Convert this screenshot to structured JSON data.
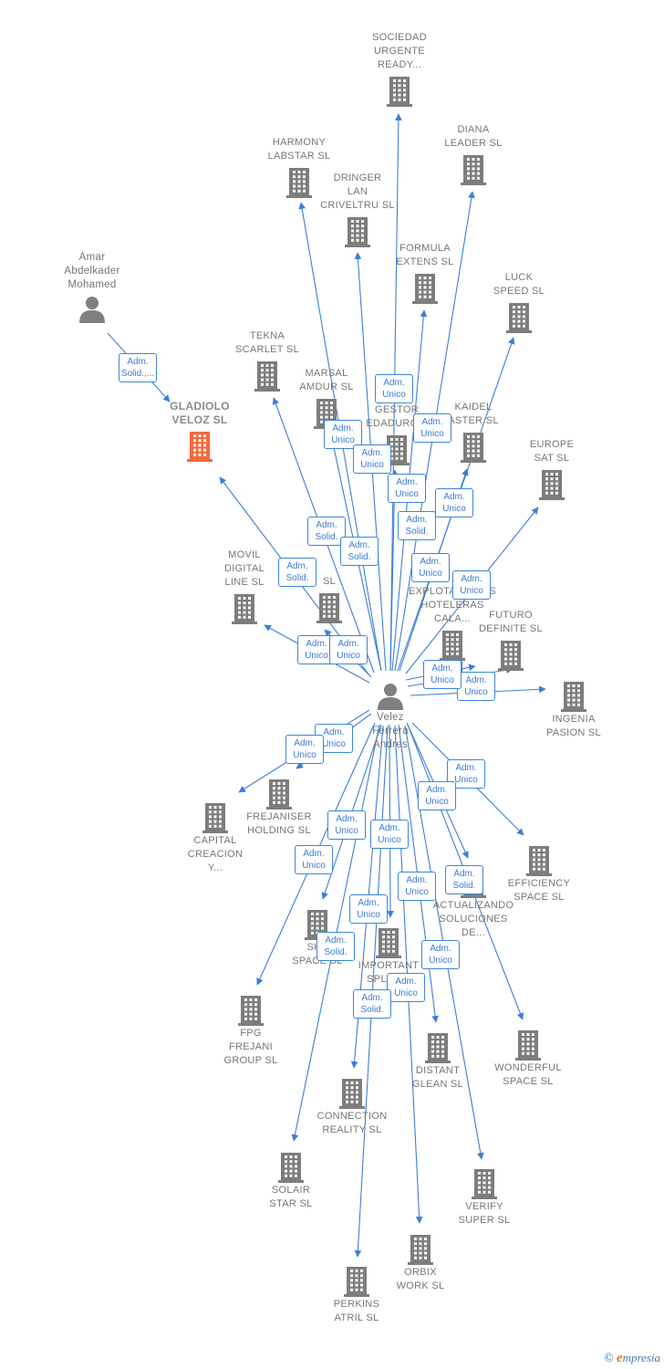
{
  "colors": {
    "edge": "#3b7fd6",
    "company": "#7d7d7d",
    "focus_company": "#f26a3c",
    "person": "#808080",
    "label": "#767676"
  },
  "center": {
    "name": [
      "Velez",
      "Ferrera",
      "Andres"
    ]
  },
  "people": [
    {
      "id": "amar",
      "name": [
        "Amar",
        "Abdelkader",
        "Mohamed"
      ]
    }
  ],
  "companies": [
    {
      "id": "sociedad",
      "name": [
        "SOCIEDAD",
        "URGENTE",
        "READY..."
      ]
    },
    {
      "id": "harmony",
      "name": [
        "HARMONY",
        "LABSTAR SL"
      ]
    },
    {
      "id": "diana",
      "name": [
        "DIANA",
        "LEADER SL"
      ]
    },
    {
      "id": "dringer",
      "name": [
        "DRINGER",
        "LAN",
        "CRIVELTRU SL"
      ]
    },
    {
      "id": "formula",
      "name": [
        "FORMULA",
        "EXTENS SL"
      ]
    },
    {
      "id": "luck",
      "name": [
        "LUCK",
        "SPEED SL"
      ]
    },
    {
      "id": "tekna",
      "name": [
        "TEKNA",
        "SCARLET SL"
      ]
    },
    {
      "id": "marsal",
      "name": [
        "MARSAL",
        "AMDUR SL"
      ]
    },
    {
      "id": "gladiolo",
      "name": [
        "GLADIOLO",
        "VELOZ SL"
      ],
      "focus": true
    },
    {
      "id": "gestor",
      "name": [
        "GESTOR",
        "EDADURG..."
      ]
    },
    {
      "id": "kaidel",
      "name": [
        "KAIDEL",
        "ASTER SL"
      ]
    },
    {
      "id": "europe",
      "name": [
        "EUROPE",
        "SAT SL"
      ]
    },
    {
      "id": "movil",
      "name": [
        "MOVIL",
        "DIGITAL",
        "LINE SL"
      ]
    },
    {
      "id": "hidden_sl",
      "name": [
        "SL"
      ]
    },
    {
      "id": "explot",
      "name": [
        "EXPLOTACIONES",
        "HOTELERAS",
        "CALA..."
      ]
    },
    {
      "id": "futuro",
      "name": [
        "FUTURO",
        "DEFINITE SL"
      ]
    },
    {
      "id": "ingenia",
      "name": [
        "INGENIA",
        "PASION SL"
      ]
    },
    {
      "id": "frejaniser",
      "name": [
        "FREJANISER",
        "HOLDING SL"
      ]
    },
    {
      "id": "capital",
      "name": [
        "CAPITAL",
        "CREACION",
        "Y..."
      ]
    },
    {
      "id": "efficiency",
      "name": [
        "EFFICIENCY",
        "SPACE SL"
      ]
    },
    {
      "id": "actualizando",
      "name": [
        "ACTUALIZANDO",
        "SOLUCIONES",
        "DE..."
      ]
    },
    {
      "id": "sky",
      "name": [
        "SKY",
        "SPACE SL"
      ]
    },
    {
      "id": "important",
      "name": [
        "IMPORTANT",
        "SPLEN..."
      ]
    },
    {
      "id": "fpg",
      "name": [
        "FPG",
        "FREJANI",
        "GROUP SL"
      ]
    },
    {
      "id": "distant",
      "name": [
        "DISTANT",
        "GLEAN SL"
      ]
    },
    {
      "id": "wonderful",
      "name": [
        "WONDERFUL",
        "SPACE SL"
      ]
    },
    {
      "id": "connection",
      "name": [
        "CONNECTION",
        "REALITY SL"
      ]
    },
    {
      "id": "solair",
      "name": [
        "SOLAIR",
        "STAR SL"
      ]
    },
    {
      "id": "verify",
      "name": [
        "VERIFY",
        "SUPER SL"
      ]
    },
    {
      "id": "orbix",
      "name": [
        "ORBIX",
        "WORK SL"
      ]
    },
    {
      "id": "perkins",
      "name": [
        "PERKINS",
        "ATRIL SL"
      ]
    }
  ],
  "relations": [
    {
      "from": "amar",
      "to": "gladiolo",
      "role": [
        "Adm.",
        "Solid.,..."
      ]
    },
    {
      "from": "center",
      "to": "gladiolo",
      "role": [
        "Adm.",
        "Solid."
      ]
    },
    {
      "from": "center",
      "to": "tekna",
      "role": [
        "Adm.",
        "Solid."
      ]
    },
    {
      "from": "center",
      "to": "harmony",
      "role": [
        "Adm.",
        "Unico"
      ]
    },
    {
      "from": "center",
      "to": "marsal",
      "role": [
        "Adm.",
        "Solid."
      ]
    },
    {
      "from": "center",
      "to": "dringer",
      "role": [
        "Adm.",
        "Unico"
      ]
    },
    {
      "from": "center",
      "to": "sociedad",
      "role": [
        "Adm.",
        "Unico"
      ]
    },
    {
      "from": "center",
      "to": "formula",
      "role": [
        "Adm.",
        "Unico"
      ]
    },
    {
      "from": "center",
      "to": "diana",
      "role": [
        "Adm.",
        "Unico"
      ]
    },
    {
      "from": "center",
      "to": "luck",
      "role": [
        "Adm.",
        "Unico"
      ]
    },
    {
      "from": "center",
      "to": "gestor",
      "role": [
        "Adm.",
        "Solid."
      ]
    },
    {
      "from": "center",
      "to": "kaidel",
      "role": [
        "Adm.",
        "Unico"
      ]
    },
    {
      "from": "center",
      "to": "europe",
      "role": [
        "Adm.",
        "Unico"
      ]
    },
    {
      "from": "center",
      "to": "movil",
      "role": [
        "Adm.",
        "Unico"
      ]
    },
    {
      "from": "center",
      "to": "hidden_sl",
      "role": [
        "Adm.",
        "Unico"
      ]
    },
    {
      "from": "center",
      "to": "explot",
      "role": [
        "Adm.",
        "Unico"
      ]
    },
    {
      "from": "center",
      "to": "futuro",
      "role": [
        "Adm.",
        "Unico"
      ]
    },
    {
      "from": "center",
      "to": "ingenia",
      "role": [
        "Adm.",
        "Unico"
      ]
    },
    {
      "from": "center",
      "to": "frejaniser",
      "role": [
        "Adm.",
        "Unico"
      ]
    },
    {
      "from": "center",
      "to": "capital",
      "role": [
        "Adm.",
        "Unico"
      ]
    },
    {
      "from": "center",
      "to": "efficiency",
      "role": [
        "Adm.",
        "Unico"
      ]
    },
    {
      "from": "center",
      "to": "actualizando",
      "role": [
        "Adm.",
        "Unico"
      ]
    },
    {
      "from": "center",
      "to": "sky",
      "role": [
        "Adm.",
        "Unico"
      ]
    },
    {
      "from": "center",
      "to": "fpg",
      "role": [
        "Adm.",
        "Unico"
      ]
    },
    {
      "from": "center",
      "to": "important",
      "role": [
        "Adm.",
        "Unico"
      ]
    },
    {
      "from": "center",
      "to": "distant",
      "role": [
        "Adm.",
        "Solid."
      ]
    },
    {
      "from": "center",
      "to": "wonderful",
      "role": [
        "Adm.",
        "Unico"
      ]
    },
    {
      "from": "center",
      "to": "connection",
      "role": [
        "Adm.",
        "Unico"
      ]
    },
    {
      "from": "center",
      "to": "solair",
      "role": [
        "Adm.",
        "Solid."
      ]
    },
    {
      "from": "center",
      "to": "verify",
      "role": [
        "Adm.",
        "Unico"
      ]
    },
    {
      "from": "center",
      "to": "orbix",
      "role": [
        "Adm.",
        "Unico"
      ]
    },
    {
      "from": "center",
      "to": "perkins",
      "role": [
        "Adm.",
        "Solid."
      ]
    }
  ],
  "brand": {
    "copyright": "©",
    "e": "e",
    "rest": "mpresia"
  }
}
